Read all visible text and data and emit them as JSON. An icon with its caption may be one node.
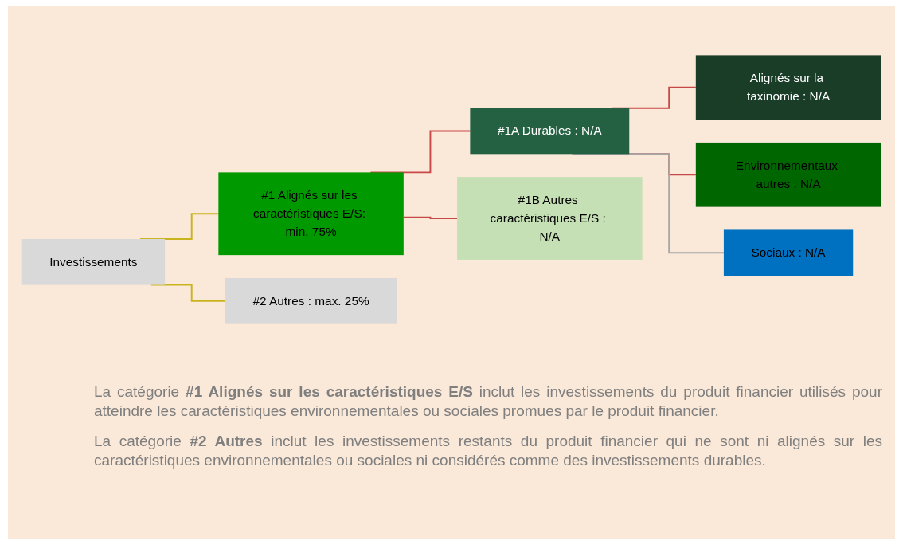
{
  "diagram": {
    "nodes": [
      {
        "text": [
          "Investissements"
        ]
      },
      {
        "text": [
          "#1 Alignés sur les caractéristiques E/S: min. 75%"
        ]
      },
      {
        "text": [
          "#2 Autres : max. 25%"
        ]
      },
      {
        "text": [
          "#1A Durables : N/A"
        ]
      },
      {
        "text": [
          "#1B Autres caractéristiques E/S : N/A"
        ]
      },
      {
        "text": [
          "Alignés sur la taxinomie : N/A"
        ]
      },
      {
        "text": [
          "Environnementaux autres : N/A"
        ]
      },
      {
        "text": [
          "Sociaux : N/A"
        ]
      }
    ],
    "edges": [
      {
        "from": 0,
        "to": 1,
        "arrow": "none",
        "color": "#c9b41e"
      },
      {
        "from": 0,
        "to": 2,
        "arrow": "none",
        "color": "#c9b41e"
      },
      {
        "from": 1,
        "to": 3,
        "arrow": "none"
      },
      {
        "from": 1,
        "to": 4,
        "arrow": "none"
      },
      {
        "from": 3,
        "to": 5,
        "arrow": "none"
      },
      {
        "from": 3,
        "to": 6,
        "arrow": "none"
      },
      {
        "from": 3,
        "to": 7,
        "arrow": "none",
        "color": "#a6a6a6"
      }
    ],
    "labels": [
      "La catégorie **#1 Alignés sur les caractéristiques E/S** inclut les investissements du produit financier utilisés pour atteindre les caractéristiques environnementales ou sociales promues par le produit financier.",
      "La catégorie **#2 Autres** inclut les investissements restants du produit financier qui ne sont ni alignés sur les caractéristiques environnementales ou sociales ni considérés comme des investissements durables."
    ]
  }
}
